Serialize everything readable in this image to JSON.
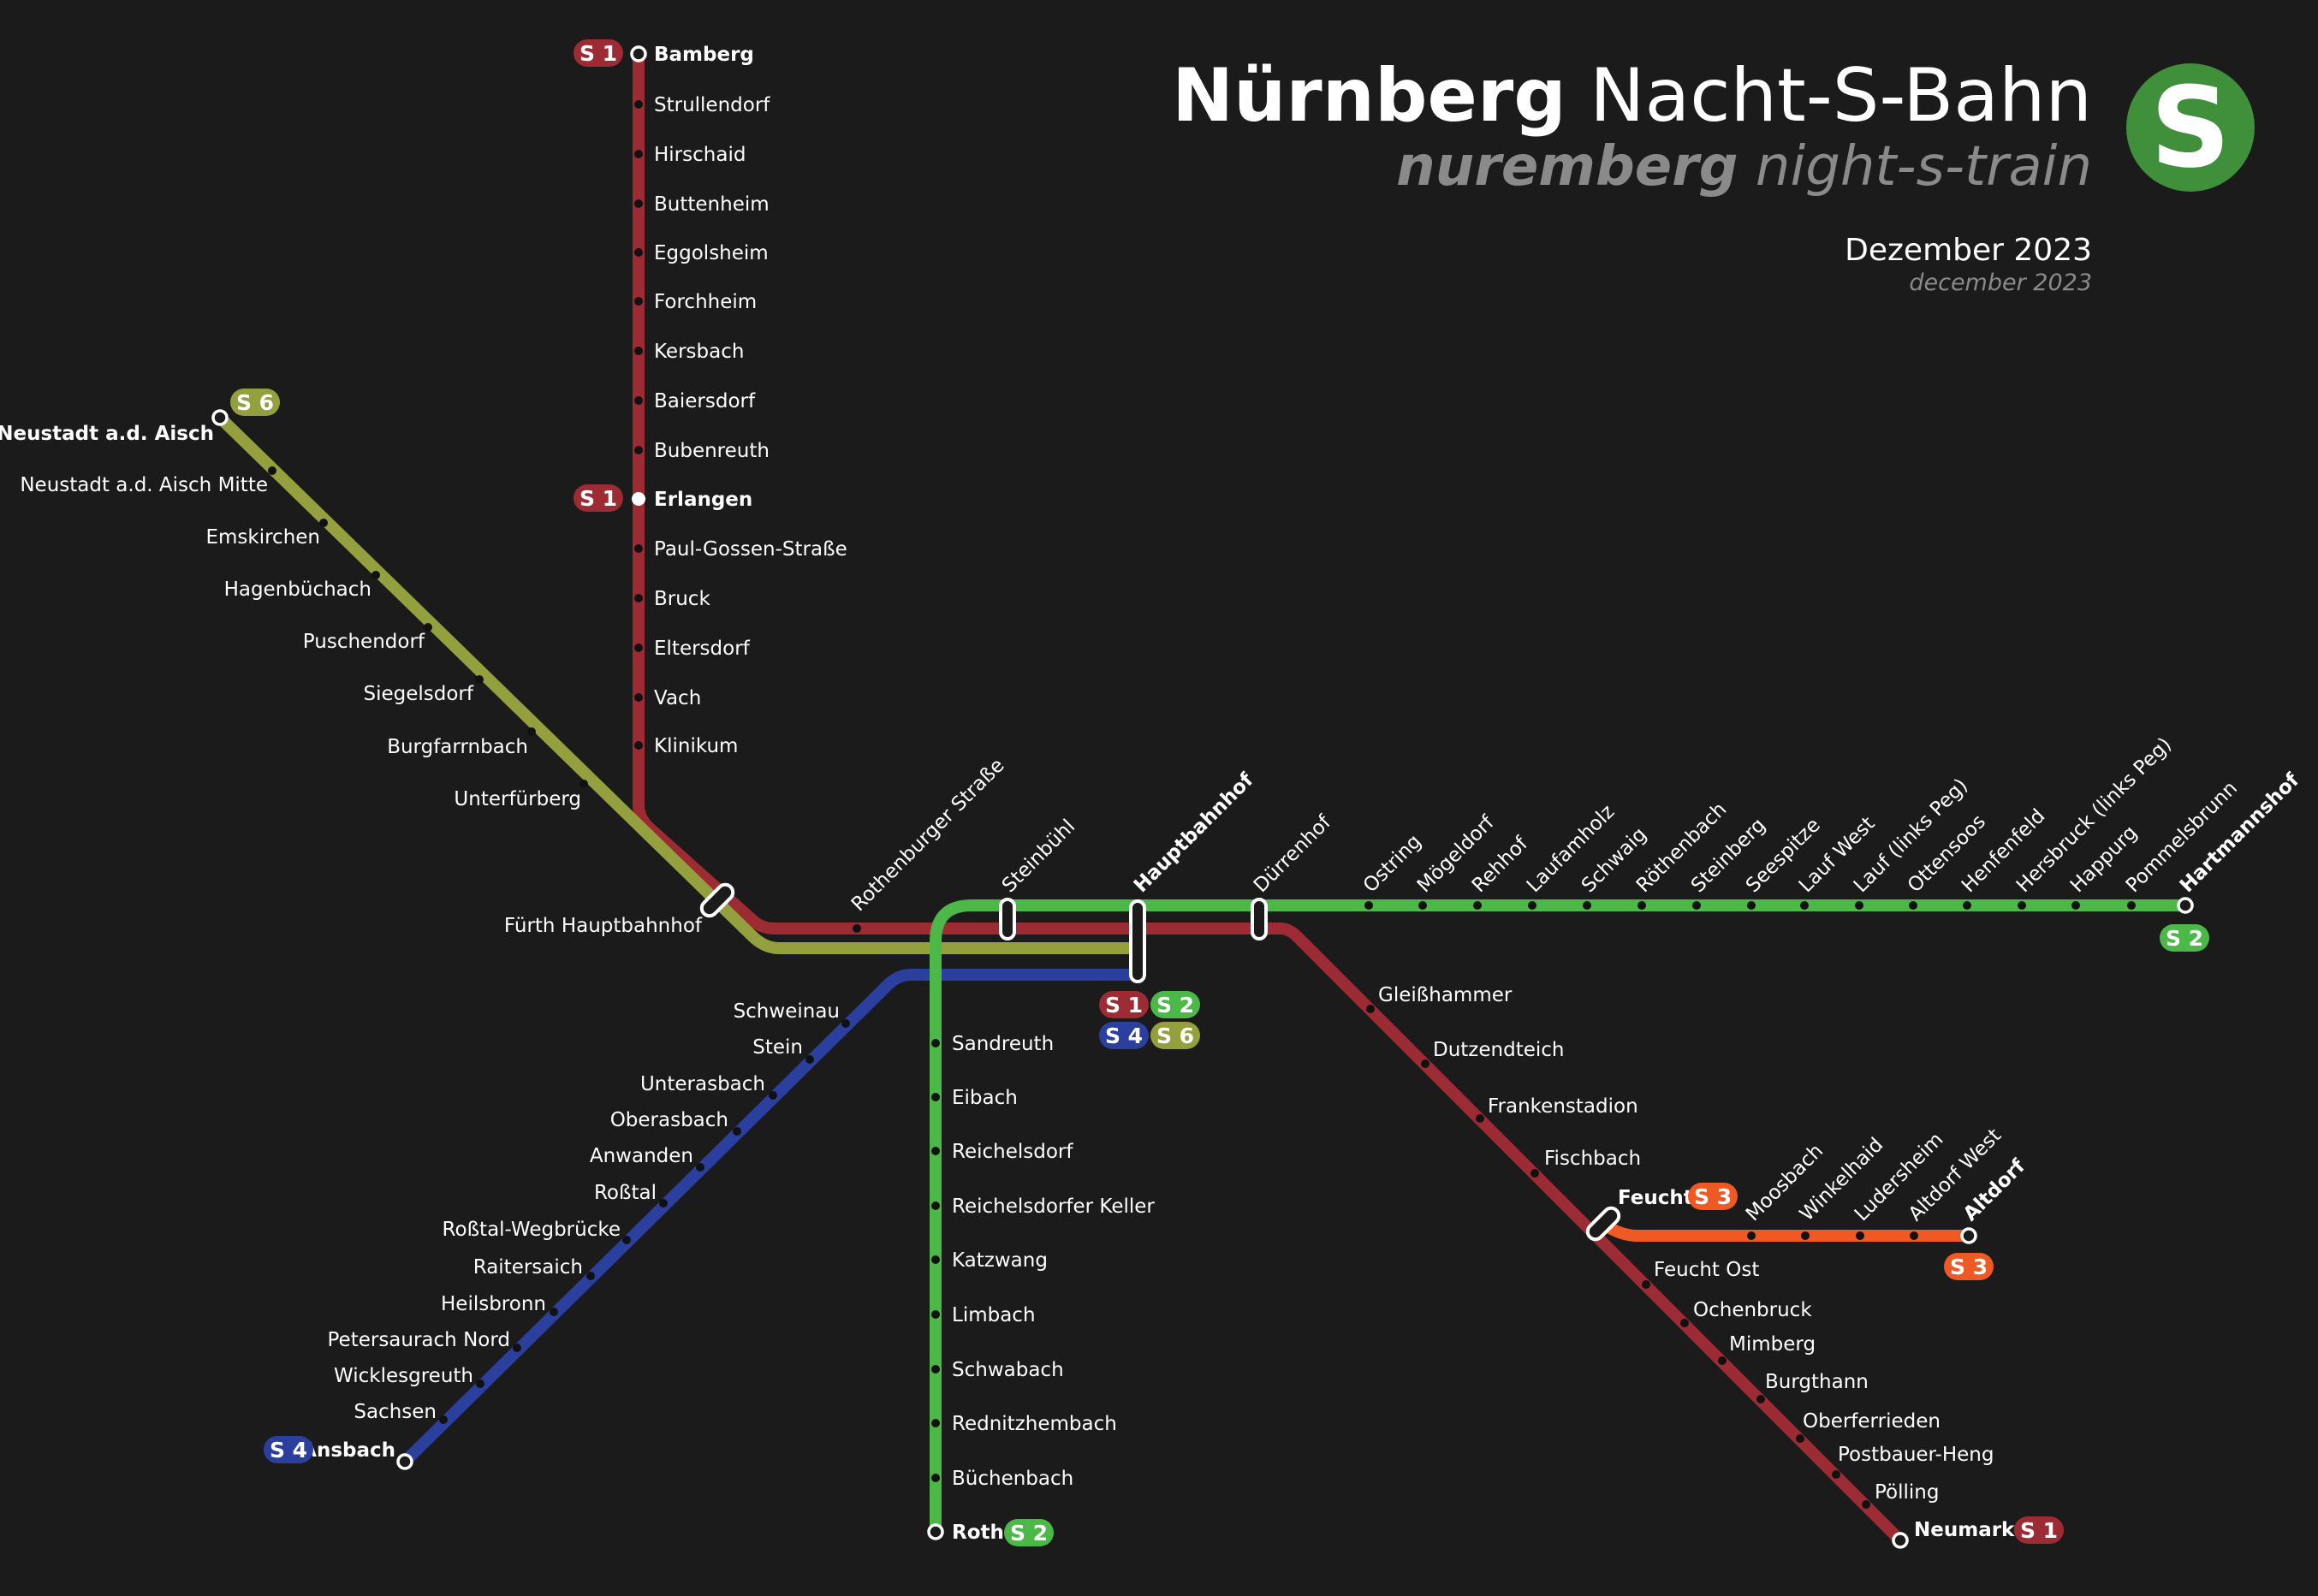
{
  "title": {
    "city": "Nürnberg",
    "main": "Nacht-S-Bahn"
  },
  "subtitle": {
    "city": "nuremberg",
    "main": "night-s-train"
  },
  "date": "Dezember 2023",
  "date_en": "december 2023",
  "logo_letter": "S",
  "colors": {
    "S1": "#9c2b34",
    "S2": "#4cb847",
    "S3": "#ef5a24",
    "S4": "#2b3f9e",
    "S6": "#94a03d"
  },
  "lines": [
    {
      "id": "S1",
      "label": "S 1",
      "termini": [
        "Bamberg",
        "Neumarkt"
      ],
      "stations": [
        "Bamberg",
        "Strullendorf",
        "Hirschaid",
        "Buttenheim",
        "Eggolsheim",
        "Forchheim",
        "Kersbach",
        "Baiersdorf",
        "Bubenreuth",
        "Erlangen",
        "Paul-Gossen-Straße",
        "Bruck",
        "Eltersdorf",
        "Vach",
        "Klinikum",
        "Fürth Hauptbahnhof",
        "Rothenburger Straße",
        "Steinbühl",
        "Hauptbahnhof",
        "Dürrenhof",
        "Gleißhammer",
        "Dutzendteich",
        "Frankenstadion",
        "Fischbach",
        "Feucht",
        "Feucht Ost",
        "Ochenbruck",
        "Mimberg",
        "Burgthann",
        "Oberferrieden",
        "Postbauer-Heng",
        "Pölling",
        "Neumarkt"
      ]
    },
    {
      "id": "S2",
      "label": "S 2",
      "termini": [
        "Roth",
        "Hartmannshof"
      ],
      "stations": [
        "Roth",
        "Büchenbach",
        "Rednitzhembach",
        "Schwabach",
        "Limbach",
        "Katzwang",
        "Reichelsdorfer Keller",
        "Reichelsdorf",
        "Eibach",
        "Sandreuth",
        "Steinbühl",
        "Hauptbahnhof",
        "Dürrenhof",
        "Ostring",
        "Mögeldorf",
        "Rehhof",
        "Laufamholz",
        "Schwaig",
        "Röthenbach",
        "Steinberg",
        "Seespitze",
        "Lauf West",
        "Lauf (links Peg)",
        "Ottensoos",
        "Henfenfeld",
        "Hersbruck (links Peg)",
        "Happurg",
        "Pommelsbrunn",
        "Hartmannshof"
      ]
    },
    {
      "id": "S3",
      "label": "S 3",
      "termini": [
        "Feucht",
        "Altdorf"
      ],
      "stations": [
        "Feucht",
        "Moosbach",
        "Winkelhaid",
        "Ludersheim",
        "Altdorf West",
        "Altdorf"
      ]
    },
    {
      "id": "S4",
      "label": "S 4",
      "termini": [
        "Ansbach",
        "Hauptbahnhof"
      ],
      "stations": [
        "Ansbach",
        "Sachsen",
        "Wicklesgreuth",
        "Petersaurach Nord",
        "Heilsbronn",
        "Raitersaich",
        "Roßtal-Wegbrücke",
        "Roßtal",
        "Anwanden",
        "Oberasbach",
        "Unterasbach",
        "Stein",
        "Schweinau",
        "Hauptbahnhof"
      ]
    },
    {
      "id": "S6",
      "label": "S 6",
      "termini": [
        "Neustadt a.d. Aisch",
        "Hauptbahnhof"
      ],
      "stations": [
        "Neustadt a.d. Aisch",
        "Neustadt a.d. Aisch Mitte",
        "Emskirchen",
        "Hagenbüchach",
        "Puschendorf",
        "Siegelsdorf",
        "Burgfarrnbach",
        "Unterfürberg",
        "Fürth Hauptbahnhof",
        "Hauptbahnhof"
      ]
    }
  ],
  "labels": {
    "s1_a": [
      "Bamberg",
      "Strullendorf",
      "Hirschaid",
      "Buttenheim",
      "Eggolsheim",
      "Forchheim",
      "Kersbach",
      "Baiersdorf",
      "Bubenreuth",
      "Erlangen",
      "Paul-Gossen-Straße",
      "Bruck",
      "Eltersdorf",
      "Vach",
      "Klinikum"
    ],
    "s6": [
      "Neustadt a.d. Aisch",
      "Neustadt a.d. Aisch Mitte",
      "Emskirchen",
      "Hagenbüchach",
      "Puschendorf",
      "Siegelsdorf",
      "Burgfarrnbach",
      "Unterfürberg"
    ],
    "fuerth": "Fürth Hauptbahnhof",
    "core": [
      "Rothenburger Straße",
      "Steinbühl",
      "Hauptbahnhof",
      "Dürrenhof"
    ],
    "s2_east": [
      "Ostring",
      "Mögeldorf",
      "Rehhof",
      "Laufamholz",
      "Schwaig",
      "Röthenbach",
      "Steinberg",
      "Seespitze",
      "Lauf West",
      "Lauf (links Peg)",
      "Ottensoos",
      "Henfenfeld",
      "Hersbruck (links Peg)",
      "Happurg",
      "Pommelsbrunn",
      "Hartmannshof"
    ],
    "s2_south": [
      "Sandreuth",
      "Eibach",
      "Reichelsdorf",
      "Reichelsdorfer Keller",
      "Katzwang",
      "Limbach",
      "Schwabach",
      "Rednitzhembach",
      "Büchenbach",
      "Roth"
    ],
    "s4": [
      "Schweinau",
      "Stein",
      "Unterasbach",
      "Oberasbach",
      "Anwanden",
      "Roßtal",
      "Roßtal-Wegbrücke",
      "Raitersaich",
      "Heilsbronn",
      "Petersaurach Nord",
      "Wicklesgreuth",
      "Sachsen",
      "Ansbach"
    ],
    "s1_b": [
      "Gleißhammer",
      "Dutzendteich",
      "Frankenstadion",
      "Fischbach",
      "Feucht",
      "Feucht Ost",
      "Ochenbruck",
      "Mimberg",
      "Burgthann",
      "Oberferrieden",
      "Postbauer-Heng",
      "Pölling",
      "Neumarkt"
    ],
    "s3": [
      "Moosbach",
      "Winkelhaid",
      "Ludersheim",
      "Altdorf West",
      "Altdorf"
    ]
  }
}
